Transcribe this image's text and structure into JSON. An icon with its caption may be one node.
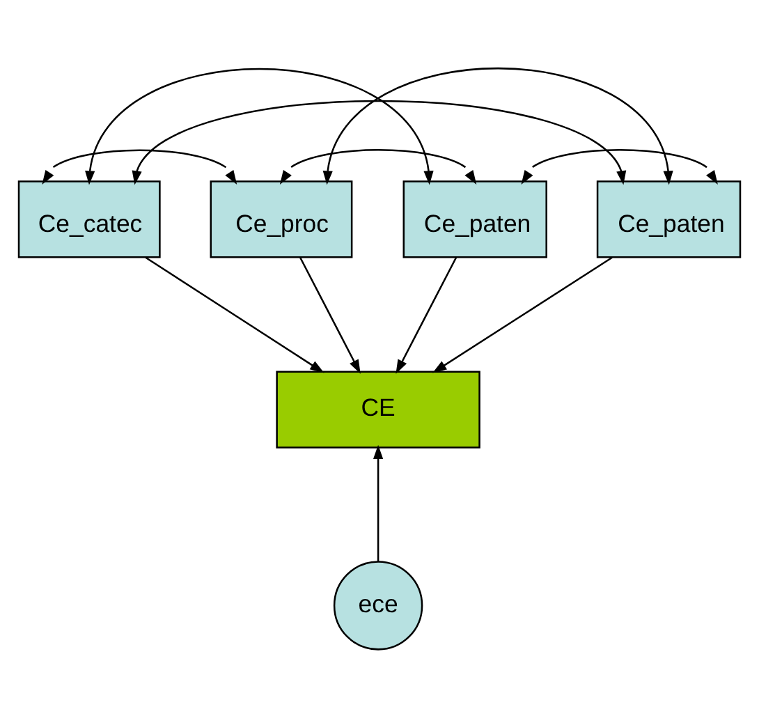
{
  "diagram": {
    "nodes": [
      {
        "text": [
          "Ce_catec"
        ]
      },
      {
        "text": [
          "Ce_proc"
        ]
      },
      {
        "text": [
          "Ce_paten"
        ]
      },
      {
        "text": [
          "Ce_paten"
        ]
      },
      {
        "text": [
          "CE"
        ]
      },
      {
        "text": [
          "ece"
        ]
      }
    ],
    "edges": [
      {
        "from": 0,
        "to": 3,
        "arrow": "both"
      },
      {
        "from": 0,
        "to": 2,
        "arrow": "both"
      },
      {
        "from": 0,
        "to": 1,
        "arrow": "both"
      },
      {
        "from": 1,
        "to": 3,
        "arrow": "both"
      },
      {
        "from": 1,
        "to": 2,
        "arrow": "both"
      },
      {
        "from": 2,
        "to": 3,
        "arrow": "both"
      },
      {
        "from": 0,
        "to": 4,
        "arrow": "to"
      },
      {
        "from": 1,
        "to": 4,
        "arrow": "to"
      },
      {
        "from": 2,
        "to": 4,
        "arrow": "to"
      },
      {
        "from": 3,
        "to": 4,
        "arrow": "to"
      },
      {
        "from": 5,
        "to": 4,
        "arrow": "to"
      }
    ]
  }
}
